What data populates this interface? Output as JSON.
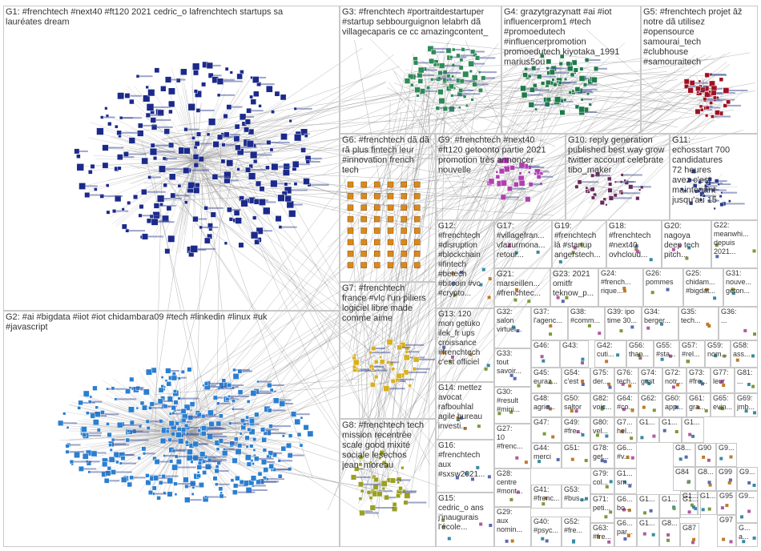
{
  "groups": [
    {
      "id": "G1",
      "lines": [
        "G1: #frenchtech #next40 #ft120 2021 cedric_o lafrenchtech startups sa",
        "lauréates dream"
      ]
    },
    {
      "id": "G2",
      "lines": [
        "G2: #ai #bigdata #iiot #iot chidambara09 #tech #linkedin #linux #uk",
        "#javascript"
      ]
    },
    {
      "id": "G3",
      "lines": [
        "G3: #frenchtech #portraitdestartuper",
        "#startup sebbourguignon lelabrh dã",
        "villagecaparis ce cc amazingcontent_"
      ]
    },
    {
      "id": "G4",
      "lines": [
        "G4: grazytgrazynatt #ai #iot",
        "influencerprom1 #tech",
        "#promoedutech",
        "#influencerpromotion",
        "promoedutech kiyotaka_1991",
        "marius5ou"
      ]
    },
    {
      "id": "G5",
      "lines": [
        "G5: #frenchtech projet âž",
        "notre dã utilisez",
        "#opensource",
        "samourai_tech",
        "#clubhouse",
        "#samouraitech"
      ]
    },
    {
      "id": "G6",
      "lines": [
        "G6: #frenchtech dã dã",
        "rã plus fintech leur",
        "#innovation french",
        "tech"
      ]
    },
    {
      "id": "G9",
      "lines": [
        "G9: #frenchtech #next40",
        "#ft120 getoonto partie 2021",
        "promotion très annoncer",
        "nouvelle"
      ]
    },
    {
      "id": "G10",
      "lines": [
        "G10: reply generation",
        "published best way grow",
        "twitter account celebrate",
        "tibo_maker"
      ]
    },
    {
      "id": "G11",
      "lines": [
        "G11:",
        "echosstart 700",
        "candidatures",
        "72 heures",
        "avez c'est",
        "maintenant",
        "jusqu'au 15"
      ]
    },
    {
      "id": "G7",
      "lines": [
        "G7: #frenchtech",
        "france #vlc l'un piliers",
        "logiciel libre made",
        "comme aime"
      ]
    },
    {
      "id": "G8",
      "lines": [
        "G8: #frenchtech tech",
        "mission recentrée",
        "scale good mixité",
        "sociale lesechos",
        "jean_moreau"
      ]
    },
    {
      "id": "G12",
      "lines": [
        "G12:",
        "#frenchtech",
        "#disruption",
        "#blockchain",
        "#fintech",
        "#betech",
        "#bitcoin #vc",
        "#crypto..."
      ]
    },
    {
      "id": "G13",
      "lines": [
        "G13: 120",
        "mon getuko",
        "ilek_fr ups",
        "croissance",
        "#frenchtech",
        "c'est officiel"
      ]
    },
    {
      "id": "G14",
      "lines": [
        "G14: mettez",
        "avocat",
        "rafbouhlal",
        "agile bureau",
        "investi..."
      ]
    },
    {
      "id": "G16",
      "lines": [
        "G16:",
        "#frenchtech",
        "aux",
        "#sxsw2021..."
      ]
    },
    {
      "id": "G15",
      "lines": [
        "G15:",
        "cedric_o ans",
        "j'inaugurais",
        "l'école..."
      ]
    },
    {
      "id": "G17",
      "lines": [
        "G17:",
        "#villagefran...",
        "vfazurmona...",
        "retour..."
      ]
    },
    {
      "id": "G19",
      "lines": [
        "G19:",
        "#frenchtech",
        "là #startup",
        "angerstech..."
      ]
    },
    {
      "id": "G18",
      "lines": [
        "G18:",
        "#frenchtech",
        "#next40",
        "ovhcloud..."
      ]
    },
    {
      "id": "G20",
      "lines": [
        "G20:",
        "nagoya",
        "deep tech",
        "pitch..."
      ]
    },
    {
      "id": "G22",
      "lines": [
        "G22:",
        "meanwhi...",
        "depuis",
        "2021..."
      ]
    },
    {
      "id": "G21",
      "lines": [
        "G21:",
        "marseillen...",
        "#frenchtec..."
      ]
    },
    {
      "id": "G23",
      "lines": [
        "G23: 2021",
        "omitfr",
        "teknow_p..."
      ]
    },
    {
      "id": "G24",
      "lines": [
        "G24:",
        "#french...",
        "rique..."
      ]
    },
    {
      "id": "G26",
      "lines": [
        "G26:",
        "pommes"
      ]
    },
    {
      "id": "G25",
      "lines": [
        "G25:",
        "chidam...",
        "#bigdat..."
      ]
    },
    {
      "id": "G31",
      "lines": [
        "G31:",
        "nouve...",
        "geton..."
      ]
    },
    {
      "id": "G32",
      "lines": [
        "G32:",
        "salon",
        "virtuel..."
      ]
    },
    {
      "id": "G37",
      "lines": [
        "G37:",
        "l'agenc..."
      ]
    },
    {
      "id": "G38",
      "lines": [
        "G38:",
        "#comm..."
      ]
    },
    {
      "id": "G39",
      "lines": [
        "G39: ipo",
        "time 30..."
      ]
    },
    {
      "id": "G34",
      "lines": [
        "G34:",
        "berger..."
      ]
    },
    {
      "id": "G35",
      "lines": [
        "G35:",
        "tech..."
      ]
    },
    {
      "id": "G36",
      "lines": [
        "G36:",
        "..."
      ]
    },
    {
      "id": "G33",
      "lines": [
        "G33:",
        "tout",
        "savoir..."
      ]
    },
    {
      "id": "G46",
      "lines": [
        "G46:"
      ]
    },
    {
      "id": "G43",
      "lines": [
        "G43:"
      ]
    },
    {
      "id": "G42",
      "lines": [
        "G42:",
        "cuti..."
      ]
    },
    {
      "id": "G56",
      "lines": [
        "G56:",
        "than..."
      ]
    },
    {
      "id": "G55",
      "lines": [
        "G55:",
        "#sta..."
      ]
    },
    {
      "id": "G57",
      "lines": [
        "G57:",
        "#rel..."
      ]
    },
    {
      "id": "G59",
      "lines": [
        "G59:",
        "nom..."
      ]
    },
    {
      "id": "G58",
      "lines": [
        "G58:",
        "ass..."
      ]
    },
    {
      "id": "G45",
      "lines": [
        "G45:",
        "euraz..."
      ]
    },
    {
      "id": "G54",
      "lines": [
        "G54:",
        "c'est"
      ]
    },
    {
      "id": "G75",
      "lines": [
        "G75:",
        "der..."
      ]
    },
    {
      "id": "G76",
      "lines": [
        "G76:",
        "tech..."
      ]
    },
    {
      "id": "G74",
      "lines": [
        "G74:",
        "gust"
      ]
    },
    {
      "id": "G72",
      "lines": [
        "G72:",
        "notr..."
      ]
    },
    {
      "id": "G73",
      "lines": [
        "G73:",
        "#fre..."
      ]
    },
    {
      "id": "G77",
      "lines": [
        "G77:",
        "leur"
      ]
    },
    {
      "id": "G81",
      "lines": [
        "G81:",
        "..."
      ]
    },
    {
      "id": "G30",
      "lines": [
        "G30:",
        "#result",
        "#mini..."
      ]
    },
    {
      "id": "G48",
      "lines": [
        "G48:",
        "agric..."
      ]
    },
    {
      "id": "G50",
      "lines": [
        "G50:",
        "saltor"
      ]
    },
    {
      "id": "G82",
      "lines": [
        "G82:",
        "voic..."
      ]
    },
    {
      "id": "G64",
      "lines": [
        "G64:",
        "#co..."
      ]
    },
    {
      "id": "G62",
      "lines": [
        "G62:"
      ]
    },
    {
      "id": "G60",
      "lines": [
        "G60:",
        "app..."
      ]
    },
    {
      "id": "G61",
      "lines": [
        "G61:",
        "gra..."
      ]
    },
    {
      "id": "G65",
      "lines": [
        "G65:",
        "evin..."
      ]
    },
    {
      "id": "G69",
      "lines": [
        "G69:",
        "jmb..."
      ]
    },
    {
      "id": "G27",
      "lines": [
        "G27:",
        "10",
        "#frenc..."
      ]
    },
    {
      "id": "G47",
      "lines": [
        "G47:"
      ]
    },
    {
      "id": "G49",
      "lines": [
        "G49:",
        "#fre..."
      ]
    },
    {
      "id": "G80",
      "lines": [
        "G80:",
        "vel..."
      ]
    },
    {
      "id": "G7x",
      "lines": [
        "G7...",
        "hel..."
      ]
    },
    {
      "id": "G1a",
      "lines": [
        "G1..."
      ]
    },
    {
      "id": "G1b",
      "lines": [
        "G1..."
      ]
    },
    {
      "id": "G1c",
      "lines": [
        "G1..."
      ]
    },
    {
      "id": "G44",
      "lines": [
        "G44:",
        "merci"
      ]
    },
    {
      "id": "G51",
      "lines": [
        "G51:"
      ]
    },
    {
      "id": "G78",
      "lines": [
        "G78:",
        "get..."
      ]
    },
    {
      "id": "G6x",
      "lines": [
        "G6...",
        "#v..."
      ]
    },
    {
      "id": "G8a",
      "lines": [
        "G8..."
      ]
    },
    {
      "id": "G90",
      "lines": [
        "G90"
      ]
    },
    {
      "id": "G9a",
      "lines": [
        "G9..."
      ]
    },
    {
      "id": "G28",
      "lines": [
        "G28:",
        "centre",
        "#mont..."
      ]
    },
    {
      "id": "G79",
      "lines": [
        "G79:",
        "col..."
      ]
    },
    {
      "id": "G1d",
      "lines": [
        "G1...",
        "sm..."
      ]
    },
    {
      "id": "G84",
      "lines": [
        "G84"
      ]
    },
    {
      "id": "G8b",
      "lines": [
        "G8..."
      ]
    },
    {
      "id": "G99",
      "lines": [
        "G99"
      ]
    },
    {
      "id": "G9b",
      "lines": [
        "G9..."
      ]
    },
    {
      "id": "G41",
      "lines": [
        "G41:",
        "#frenc..."
      ]
    },
    {
      "id": "G53",
      "lines": [
        "G53:",
        "#bus..."
      ]
    },
    {
      "id": "G6y",
      "lines": [
        "G6...",
        "bo..."
      ]
    },
    {
      "id": "G1e",
      "lines": [
        "G1..."
      ]
    },
    {
      "id": "G1f",
      "lines": [
        "G1..."
      ]
    },
    {
      "id": "G1g",
      "lines": [
        "G1..."
      ]
    },
    {
      "id": "G29",
      "lines": [
        "G29:",
        "aux",
        "nomin..."
      ]
    },
    {
      "id": "G40",
      "lines": [
        "G40:",
        "#psyc..."
      ]
    },
    {
      "id": "G52",
      "lines": [
        "G52:",
        "#fre..."
      ]
    },
    {
      "id": "G71",
      "lines": [
        "G71:",
        "peti..."
      ]
    },
    {
      "id": "G63",
      "lines": [
        "G63:",
        "#fre..."
      ]
    },
    {
      "id": "G6z",
      "lines": [
        "G6...",
        "par..."
      ]
    },
    {
      "id": "G1h",
      "lines": [
        "G1..."
      ]
    },
    {
      "id": "G8c",
      "lines": [
        "G8..."
      ]
    },
    {
      "id": "G87",
      "lines": [
        "G87"
      ]
    },
    {
      "id": "G95",
      "lines": [
        "G95"
      ]
    },
    {
      "id": "G97",
      "lines": [
        "G97"
      ]
    },
    {
      "id": "G1i",
      "lines": [
        "G1..."
      ]
    },
    {
      "id": "G1j",
      "lines": [
        "G1..."
      ]
    },
    {
      "id": "G9c",
      "lines": [
        "G9..."
      ]
    },
    {
      "id": "Ga",
      "lines": [
        "G...",
        "a..."
      ]
    }
  ],
  "colors": {
    "edge": "#7a7a7a",
    "border": "#c8c8c8",
    "label": "#333333",
    "g1_node": "#1b2a8a",
    "g2_node": "#2a7fd0",
    "g3_node": "#2e8b57",
    "g4_node": "#1f7a4a",
    "g5_node": "#a01020",
    "g6_node": "#d98a1a",
    "g9_node": "#b040b0",
    "g10_node": "#6a2a5a",
    "g11_node": "#2a3a8a",
    "g7_node": "#d8b020",
    "g8_node": "#9aa020"
  }
}
